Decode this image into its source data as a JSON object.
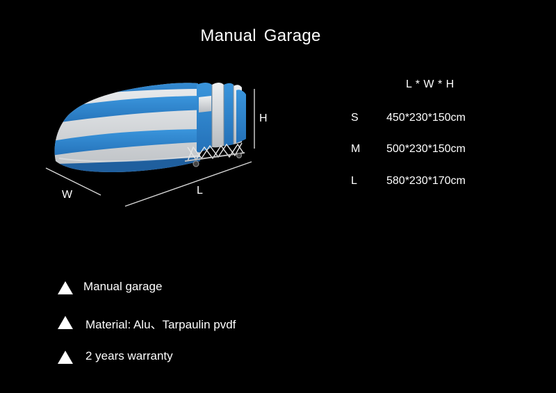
{
  "title": "Manual  Garage",
  "dimensions": {
    "h_label": "H",
    "w_label": "W",
    "l_label": "L"
  },
  "specs": {
    "header": "L * W * H",
    "rows": [
      {
        "size": "S",
        "dims": "450*230*150cm"
      },
      {
        "size": "M",
        "dims": "500*230*150cm"
      },
      {
        "size": "L",
        "dims": "580*230*170cm"
      }
    ]
  },
  "features": [
    {
      "icon": "triangle-bullet-icon",
      "text": "Manual garage"
    },
    {
      "icon": "triangle-bullet-icon",
      "text": "Material: Alu、Tarpaulin pvdf"
    },
    {
      "icon": "triangle-bullet-icon",
      "text": "2 years warranty"
    }
  ],
  "colors": {
    "background": "#000000",
    "text": "#ffffff",
    "canopy_blue": "#2f86cf",
    "canopy_silver": "#d9dcdf"
  }
}
